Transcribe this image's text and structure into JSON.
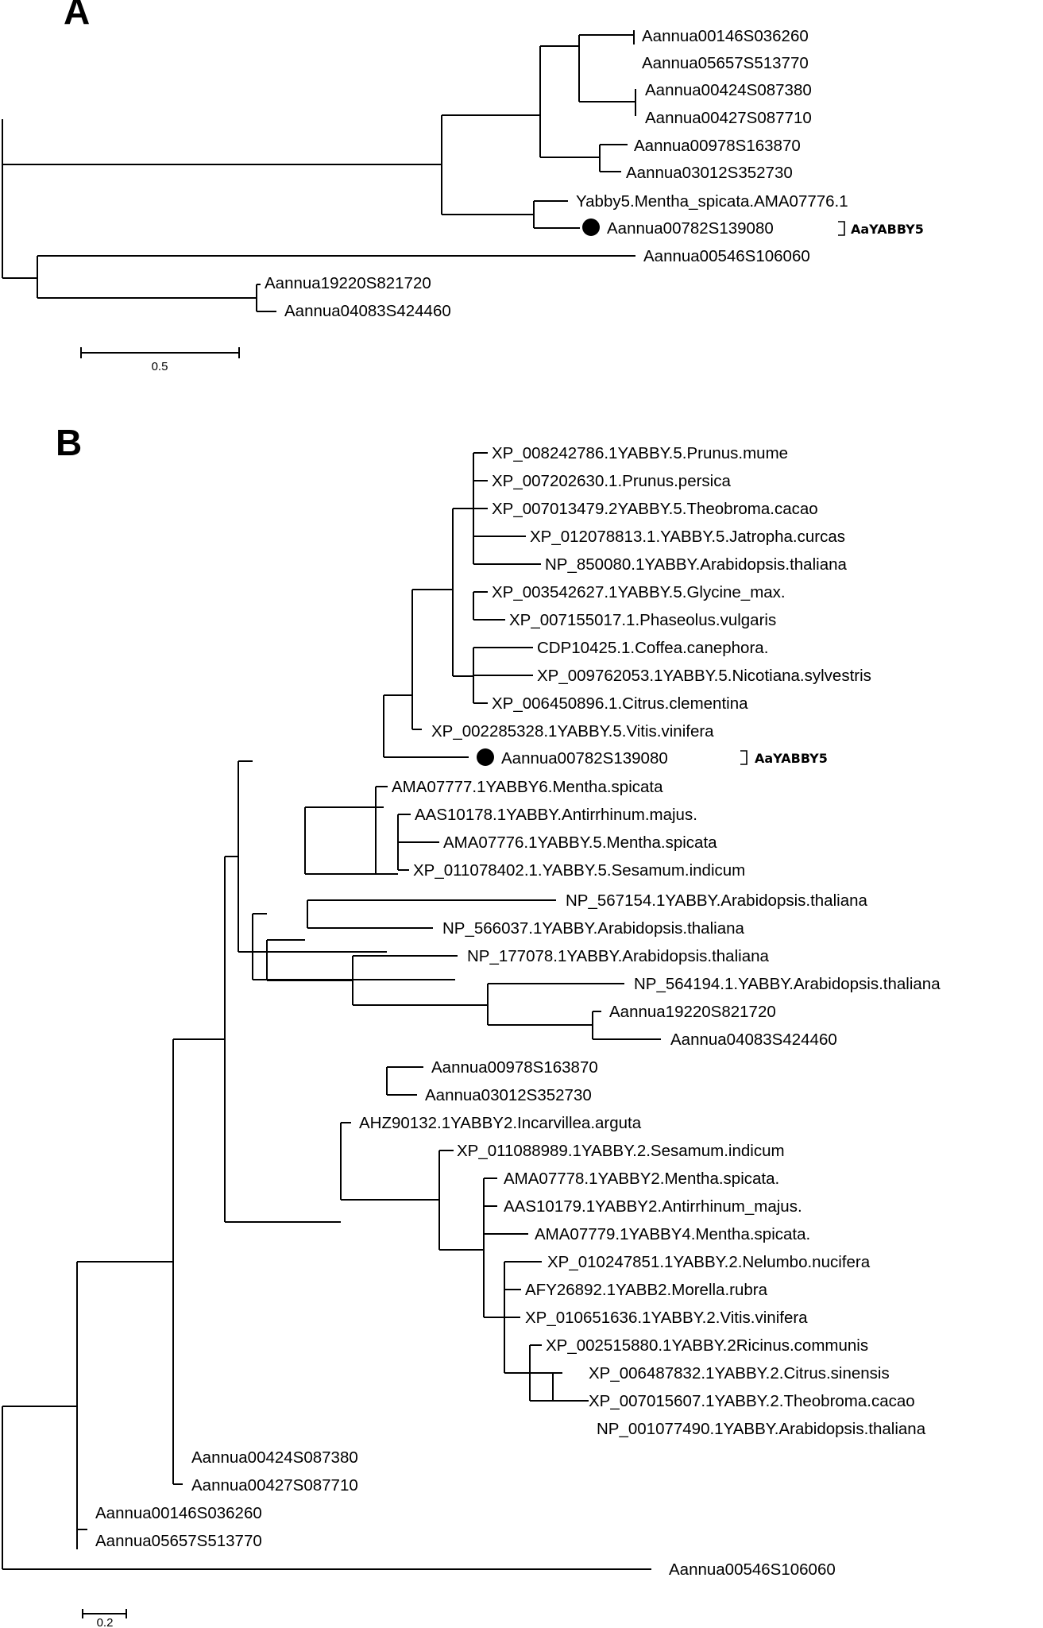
{
  "panel_a": {
    "letter": "A",
    "leaves": [
      "Aannua00146S036260",
      "Aannua05657S513770",
      "Aannua00424S087380",
      "Aannua00427S087710",
      "Aannua00978S163870",
      "Aannua03012S352730",
      "Yabby5.Mentha_spicata.AMA07776.1",
      "Aannua00782S139080",
      "Aannua00546S106060",
      "Aannua19220S821720",
      "Aannua04083S424460"
    ],
    "highlight_label": "AaYABBY5",
    "scale_label": "0.5"
  },
  "panel_b": {
    "letter": "B",
    "leaves": [
      "XP_008242786.1YABBY.5.Prunus.mume",
      "XP_007202630.1.Prunus.persica",
      "XP_007013479.2YABBY.5.Theobroma.cacao",
      "XP_012078813.1.YABBY.5.Jatropha.curcas",
      "NP_850080.1YABBY.Arabidopsis.thaliana",
      "XP_003542627.1YABBY.5.Glycine_max.",
      "XP_007155017.1.Phaseolus.vulgaris",
      "CDP10425.1.Coffea.canephora.",
      "XP_009762053.1YABBY.5.Nicotiana.sylvestris",
      "XP_006450896.1.Citrus.clementina",
      "XP_002285328.1YABBY.5.Vitis.vinifera",
      "Aannua00782S139080",
      "AMA07777.1YABBY6.Mentha.spicata",
      "AAS10178.1YABBY.Antirrhinum.majus.",
      "AMA07776.1YABBY.5.Mentha.spicata",
      "XP_011078402.1.YABBY.5.Sesamum.indicum",
      "NP_567154.1YABBY.Arabidopsis.thaliana",
      "NP_566037.1YABBY.Arabidopsis.thaliana",
      "NP_177078.1YABBY.Arabidopsis.thaliana",
      "NP_564194.1.YABBY.Arabidopsis.thaliana",
      "Aannua19220S821720",
      "Aannua04083S424460",
      "Aannua00978S163870",
      "Aannua03012S352730",
      "AHZ90132.1YABBY2.Incarvillea.arguta",
      "XP_011088989.1YABBY.2.Sesamum.indicum",
      "AMA07778.1YABBY2.Mentha.spicata.",
      "AAS10179.1YABBY2.Antirrhinum_majus.",
      "AMA07779.1YABBY4.Mentha.spicata.",
      "XP_010247851.1YABBY.2.Nelumbo.nucifera",
      "AFY26892.1YABB2.Morella.rubra",
      "XP_010651636.1YABBY.2.Vitis.vinifera",
      "XP_002515880.1YABBY.2Ricinus.communis",
      "XP_006487832.1YABBY.2.Citrus.sinensis",
      "XP_007015607.1YABBY.2.Theobroma.cacao",
      "NP_001077490.1YABBY.Arabidopsis.thaliana",
      "Aannua00424S087380",
      "Aannua00427S087710",
      "Aannua00146S036260",
      "Aannua05657S513770",
      "Aannua00546S106060"
    ],
    "highlight_label": "AaYABBY5",
    "scale_label": "0.2"
  }
}
